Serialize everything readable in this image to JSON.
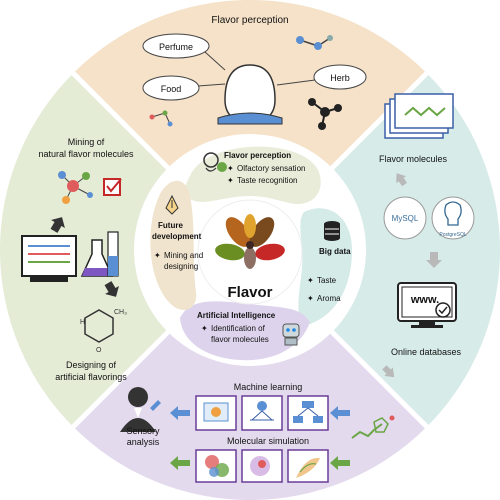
{
  "colors": {
    "top": "#f5e2c9",
    "right": "#d7ece9",
    "bottom": "#e4daee",
    "left": "#e4ecd6",
    "inner_top": "#e9ecd8",
    "inner_right": "#d4ebe7",
    "inner_bottom": "#ddd3ec",
    "inner_left": "#f1e4cf",
    "arrow_gray": "#b9b9b9",
    "arrow_blue": "#5b8fd3",
    "arrow_green": "#6aa645",
    "box_border": "#6a3d9a"
  },
  "outer": {
    "top": {
      "title": "Flavor perception",
      "bubbles": [
        "Perfume",
        "Food",
        "Herb"
      ]
    },
    "right": {
      "title": "Flavor molecules",
      "db_logos": [
        "MySQL",
        "PostgreSQL"
      ],
      "web_text": "www.",
      "bottom_label": "Online databases"
    },
    "bottom": {
      "ml_title": "Machine learning",
      "sim_title": "Molecular simulation",
      "sensory_line1": "Sensory",
      "sensory_line2": "analysis"
    },
    "left": {
      "mining_line1": "Mining of",
      "mining_line2": "natural flavor molecules",
      "design_line1": "Designing of",
      "design_line2": "artificial flavorings"
    }
  },
  "inner": {
    "top": {
      "title": "Flavor perception",
      "items": [
        "Olfactory sensation",
        "Taste recognition"
      ]
    },
    "right": {
      "title": "Big data",
      "items": [
        "Taste",
        "Aroma"
      ]
    },
    "bottom": {
      "title": "Artificial Intelligence",
      "items_line1": "Identification of",
      "items_line2": "flavor molecules"
    },
    "left": {
      "title_line1": "Future",
      "title_line2": "development",
      "item_line1": "Mining and",
      "item_line2": "designing"
    }
  },
  "center": {
    "title": "Flavor"
  },
  "bullet": "✦"
}
